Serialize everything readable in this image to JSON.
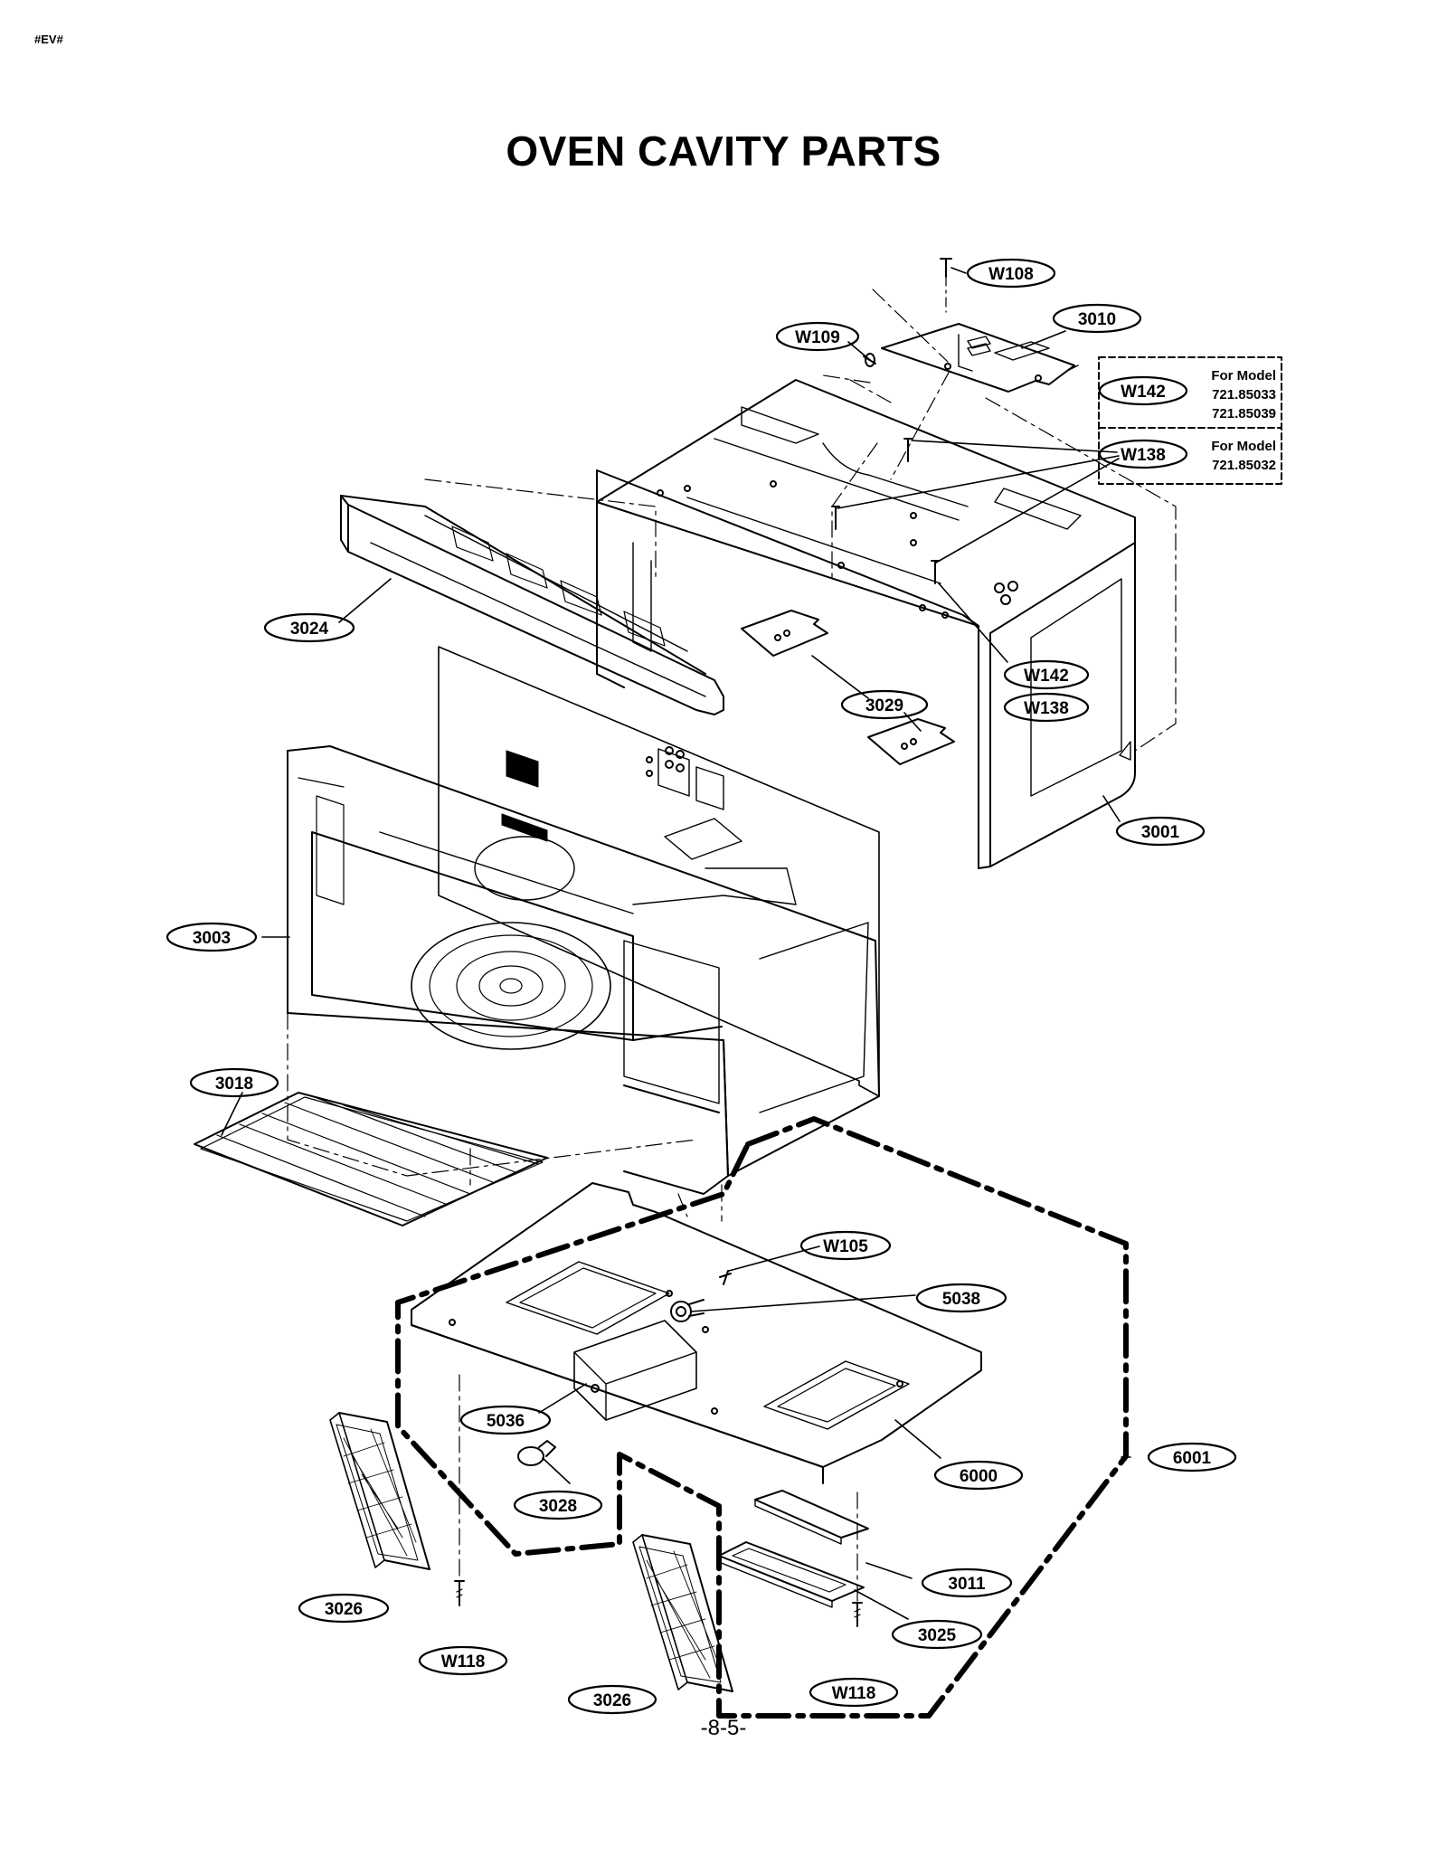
{
  "page": {
    "corner_tag": "#EV#",
    "title": "OVEN CAVITY PARTS",
    "footer": "-8-5-"
  },
  "model_notes": {
    "upper_title": "For Model",
    "upper_models": [
      "721.85033",
      "721.85039"
    ],
    "lower_title": "For Model",
    "lower_models": [
      "721.85032"
    ]
  },
  "callouts": [
    {
      "id": "w108",
      "text": "W108"
    },
    {
      "id": "3010",
      "text": "3010"
    },
    {
      "id": "w109",
      "text": "W109"
    },
    {
      "id": "w142-top",
      "text": "W142"
    },
    {
      "id": "w138-top",
      "text": "W138"
    },
    {
      "id": "3024",
      "text": "3024"
    },
    {
      "id": "w142-side",
      "text": "W142"
    },
    {
      "id": "w138-side",
      "text": "W138"
    },
    {
      "id": "3029",
      "text": "3029"
    },
    {
      "id": "3001",
      "text": "3001"
    },
    {
      "id": "3003",
      "text": "3003"
    },
    {
      "id": "3018",
      "text": "3018"
    },
    {
      "id": "w105",
      "text": "W105"
    },
    {
      "id": "5038",
      "text": "5038"
    },
    {
      "id": "5036",
      "text": "5036"
    },
    {
      "id": "6000",
      "text": "6000"
    },
    {
      "id": "6001",
      "text": "6001"
    },
    {
      "id": "3028",
      "text": "3028"
    },
    {
      "id": "3011",
      "text": "3011"
    },
    {
      "id": "3026-left",
      "text": "3026"
    },
    {
      "id": "3025",
      "text": "3025"
    },
    {
      "id": "w118-left",
      "text": "W118"
    },
    {
      "id": "w118-right",
      "text": "W118"
    },
    {
      "id": "3026-bottom",
      "text": "3026"
    }
  ]
}
